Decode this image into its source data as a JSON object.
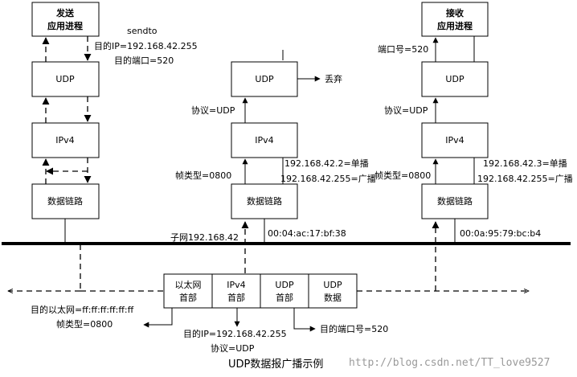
{
  "sender": {
    "app_line1": "发送",
    "app_line2": "应用进程",
    "udp": "UDP",
    "ipv4": "IPv4",
    "link": "数据链路",
    "sendto": "sendto",
    "dest_ip": "目的IP=192.168.42.255",
    "dest_port": "目的端口=520"
  },
  "host_mid": {
    "udp": "UDP",
    "discard": "丢弃",
    "protocol": "协议=UDP",
    "ipv4": "IPv4",
    "unicast": "192.168.42.2=单播",
    "broadcast": "192.168.42.255=广播",
    "frame_type": "帧类型=0800",
    "link": "数据链路",
    "mac": "00:04:ac:17:bf:38"
  },
  "receiver": {
    "app_line1": "接收",
    "app_line2": "应用进程",
    "port": "端口号=520",
    "udp": "UDP",
    "protocol": "协议=UDP",
    "ipv4": "IPv4",
    "unicast": "192.168.42.3=单播",
    "broadcast": "192.168.42.255=广播",
    "frame_type": "帧类型=0800",
    "link": "数据链路",
    "mac": "00:0a:95:79:bc:b4"
  },
  "subnet": "子网192.168.42",
  "frame": {
    "eth": [
      "以太网",
      "首部"
    ],
    "ipv4": [
      "IPv4",
      "首部"
    ],
    "udp_hdr": [
      "UDP",
      "首部"
    ],
    "udp_data": [
      "UDP",
      "数据"
    ]
  },
  "annotations": {
    "dest_eth": "目的以太网=ff:ff:ff:ff:ff:ff",
    "frame_type": "帧类型=0800",
    "dest_ip": "目的IP=192.168.42.255",
    "protocol": "协议=UDP",
    "dest_port": "目的端口号=520"
  },
  "caption": "UDP数据报广播示例",
  "watermark": "http://blog.csdn.net/TT_love9527"
}
